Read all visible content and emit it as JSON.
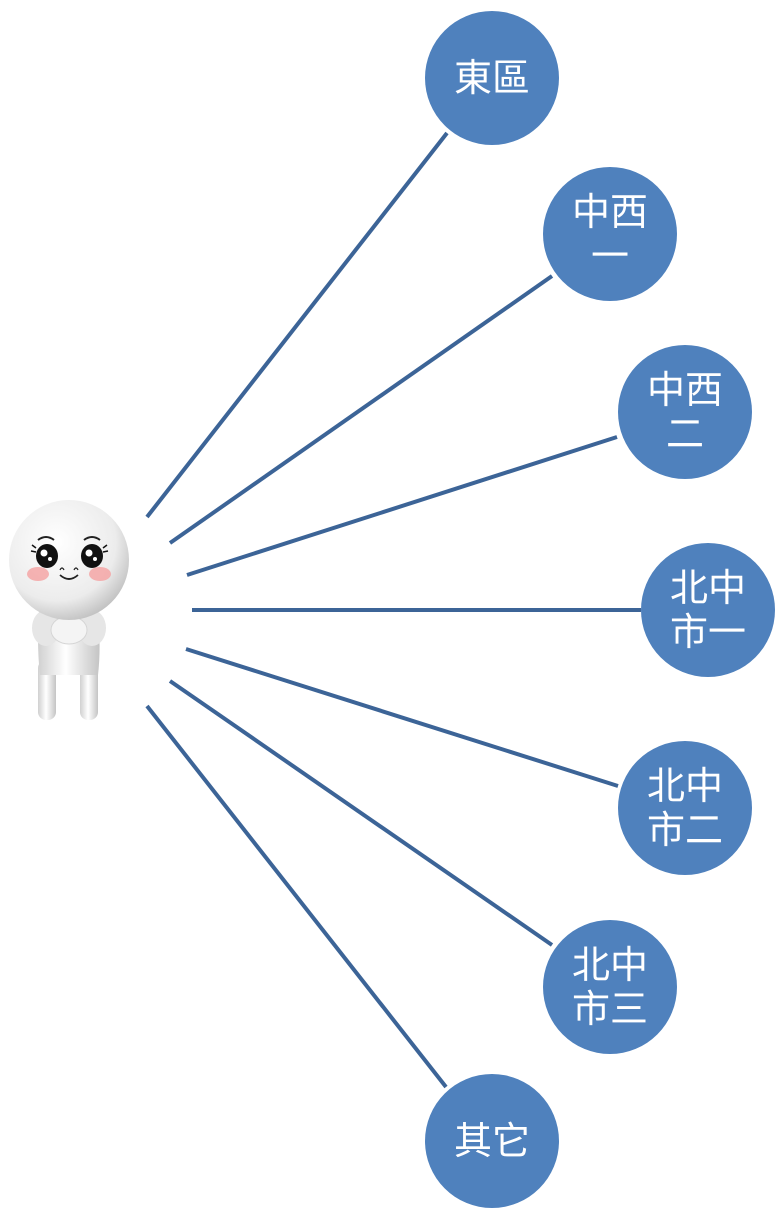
{
  "diagram": {
    "line_color": "#3c6497",
    "node_color": "#4f81bd",
    "node_text_color": "#ffffff",
    "center": {
      "icon": "character-icon",
      "description_hidden": true
    },
    "nodes": [
      {
        "id": "east",
        "label": "東區"
      },
      {
        "id": "central-west-1",
        "label": "中西一"
      },
      {
        "id": "central-west-2",
        "label": "中西二"
      },
      {
        "id": "north-central-1",
        "label": "北中市一"
      },
      {
        "id": "north-central-2",
        "label": "北中市二"
      },
      {
        "id": "north-central-3",
        "label": "北中市三"
      },
      {
        "id": "other",
        "label": "其它"
      }
    ]
  }
}
